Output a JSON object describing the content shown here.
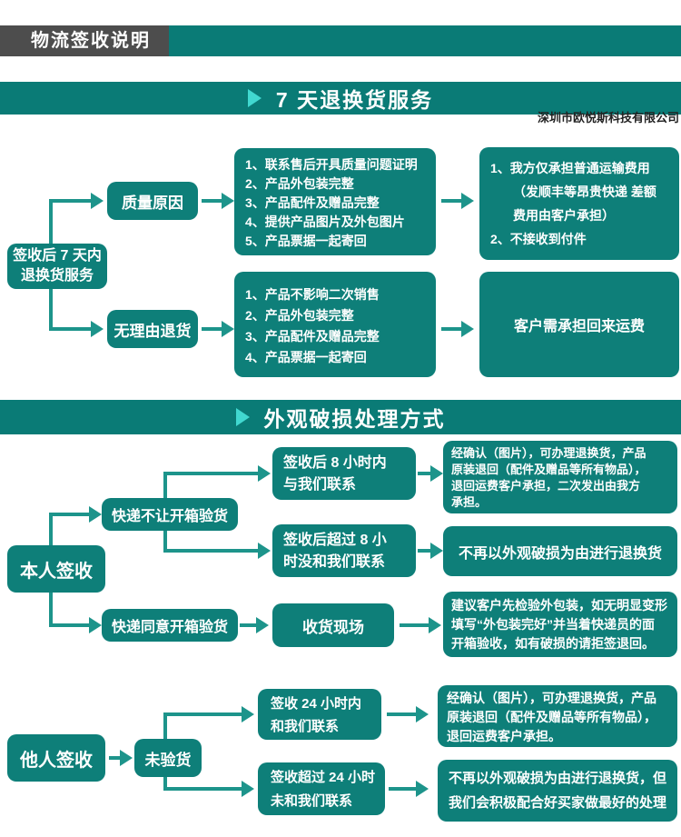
{
  "title_bar": {
    "title": "物流签收说明"
  },
  "company": "深圳市欧悦斯科技有限公司",
  "colors": {
    "box_teal": "#0e7f79",
    "header_teal": "#0a7b76",
    "connector_teal": "#1d948b",
    "title_gray": "#4d4d4d",
    "play_cyan": "#41d8d0",
    "text_white": "#ffffff"
  },
  "s1": {
    "header": "7 天退换货服务",
    "root_l1": "签收后 7 天内",
    "root_l2": "退换货服务",
    "b1_label": "质量原因",
    "b1_cond": [
      "1、联系售后开具质量问题证明",
      "2、产品外包装完整",
      "3、产品配件及赠品完整",
      "4、提供产品图片及外包图片",
      "5、产品票据一起寄回"
    ],
    "b1_res": [
      "1、我方仅承担普通运输费用",
      "（发顺丰等昂贵快递 差额",
      "费用由客户承担）",
      "2、不接收到付件"
    ],
    "b2_label": "无理由退货",
    "b2_cond": [
      "1、产品不影响二次销售",
      "2、产品外包装完整",
      "3、产品配件及赠品完整",
      "4、产品票据一起寄回"
    ],
    "b2_res": "客户需承担回来运费"
  },
  "s2": {
    "header": "外观破损处理方式",
    "root": "本人签收",
    "b1_label": "快递不让开箱验货",
    "b1a_l1": "签收后 8 小时内",
    "b1a_l2": "与我们联系",
    "b1a_res": [
      "经确认（图片），可办理退换货，产品",
      "原装退回（配件及赠品等所有物品），",
      "退回运费客户承担，二次发出由我方",
      "承担。"
    ],
    "b1b_l1": "签收后超过 8 小",
    "b1b_l2": "时没和我们联系",
    "b1b_res": "不再以外观破损为由进行退换货",
    "b2_label": "快递同意开箱验货",
    "b2_mid": "收货现场",
    "b2_res": [
      "建议客户先检验外包装，如无明显变形",
      "填写“外包装完好”并当着快递员的面",
      "开箱验收，如有破损的请拒签退回。"
    ]
  },
  "s3": {
    "root": "他人签收",
    "mid": "未验货",
    "a_l1": "签收 24 小时内",
    "a_l2": "和我们联系",
    "a_res": [
      "经确认（图片），可办理退换货，产品",
      "原装退回（配件及赠品等所有物品），",
      "退回运费客户承担。"
    ],
    "b_l1": "签收超过 24 小时",
    "b_l2": "未和我们联系",
    "b_res": [
      "不再以外观破损为由进行退换货，但",
      "我们会积极配合好买家做最好的处理"
    ]
  }
}
